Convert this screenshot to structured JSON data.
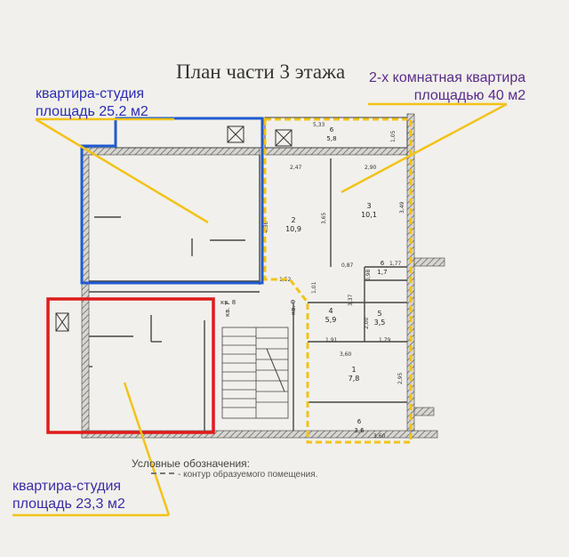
{
  "title": "План части 3 этажа",
  "callouts": {
    "studio_top": "квартира-студия\nплощадь 25.2 м2",
    "two_room": "2-х комнатная квартира\nплощадью 40 м2",
    "studio_bottom": "квартира-студия\nплощадь 23,3 м2"
  },
  "legend": {
    "title": "Условные обозначения:",
    "desc": "- контур образуемого помещения."
  },
  "rooms": [
    {
      "num": "2",
      "area": "10,9"
    },
    {
      "num": "3",
      "area": "10,1"
    },
    {
      "num": "6",
      "area": "5,8"
    },
    {
      "num": "6",
      "area": "1,7"
    },
    {
      "num": "4",
      "area": "5,9"
    },
    {
      "num": "5",
      "area": "3,5"
    },
    {
      "num": "1",
      "area": "7,8"
    },
    {
      "num": "6",
      "area": "3,6"
    }
  ],
  "dimensions": [
    "5,33",
    "1,05",
    "2,47",
    "2,90",
    "4,36",
    "3,65",
    "3,49",
    "0,87",
    "1,77",
    "1,52",
    "1,01",
    "0,98",
    "3,37",
    "1,91",
    "2,00",
    "1,79",
    "3,60",
    "2,95",
    "3,60"
  ],
  "apartment_labels": [
    "кв. 8",
    "кв. 7",
    "кв. 9"
  ],
  "colors": {
    "blue_outline": "#1f5bd1",
    "yellow_outline": "#f2c318",
    "red_outline": "#e01b1b",
    "callout_blue": "#2b2db5",
    "callout_purple": "#5b2b8a"
  }
}
